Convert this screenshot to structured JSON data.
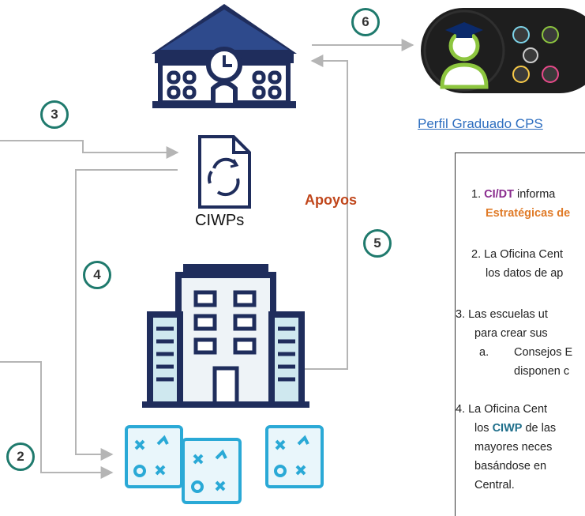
{
  "badges": {
    "b2": "2",
    "b3": "3",
    "b4": "4",
    "b5": "5",
    "b6": "6"
  },
  "labels": {
    "ciwps": "CIWPs",
    "apoyos": "Apoyos",
    "perfil": "Perfil Graduado CPS"
  },
  "steps": {
    "s1": {
      "num": "1.",
      "acr": "CI/DT",
      "text": " informa",
      "line2": "Estratégicas de"
    },
    "s2": {
      "line1": "2. La Oficina Cent",
      "line2": "los datos de ap"
    },
    "s3": {
      "line1": "3. Las escuelas ut",
      "line2": "para crear sus",
      "sub_letter": "a.",
      "sub1": "Consejos E",
      "sub2": "disponen c"
    },
    "s4": {
      "line1": "4. La Oficina Cent",
      "line2_pre": "los ",
      "line2_acr": "CIWP",
      "line2_post": " de las",
      "line3": "mayores neces",
      "line4": "basándose en",
      "line5": "Central."
    }
  },
  "colors": {
    "navy": "#1f2d5c",
    "teal": "#1f7a6d",
    "cyan": "#2aa9d6",
    "arrow": "#b5b5b5",
    "apoyos": "#c0461b",
    "link": "#2f6fc0"
  },
  "icons": [
    "school-icon",
    "document-cycle-icon",
    "office-building-icon",
    "strategy-board-icon",
    "graduate-profile-icon"
  ]
}
